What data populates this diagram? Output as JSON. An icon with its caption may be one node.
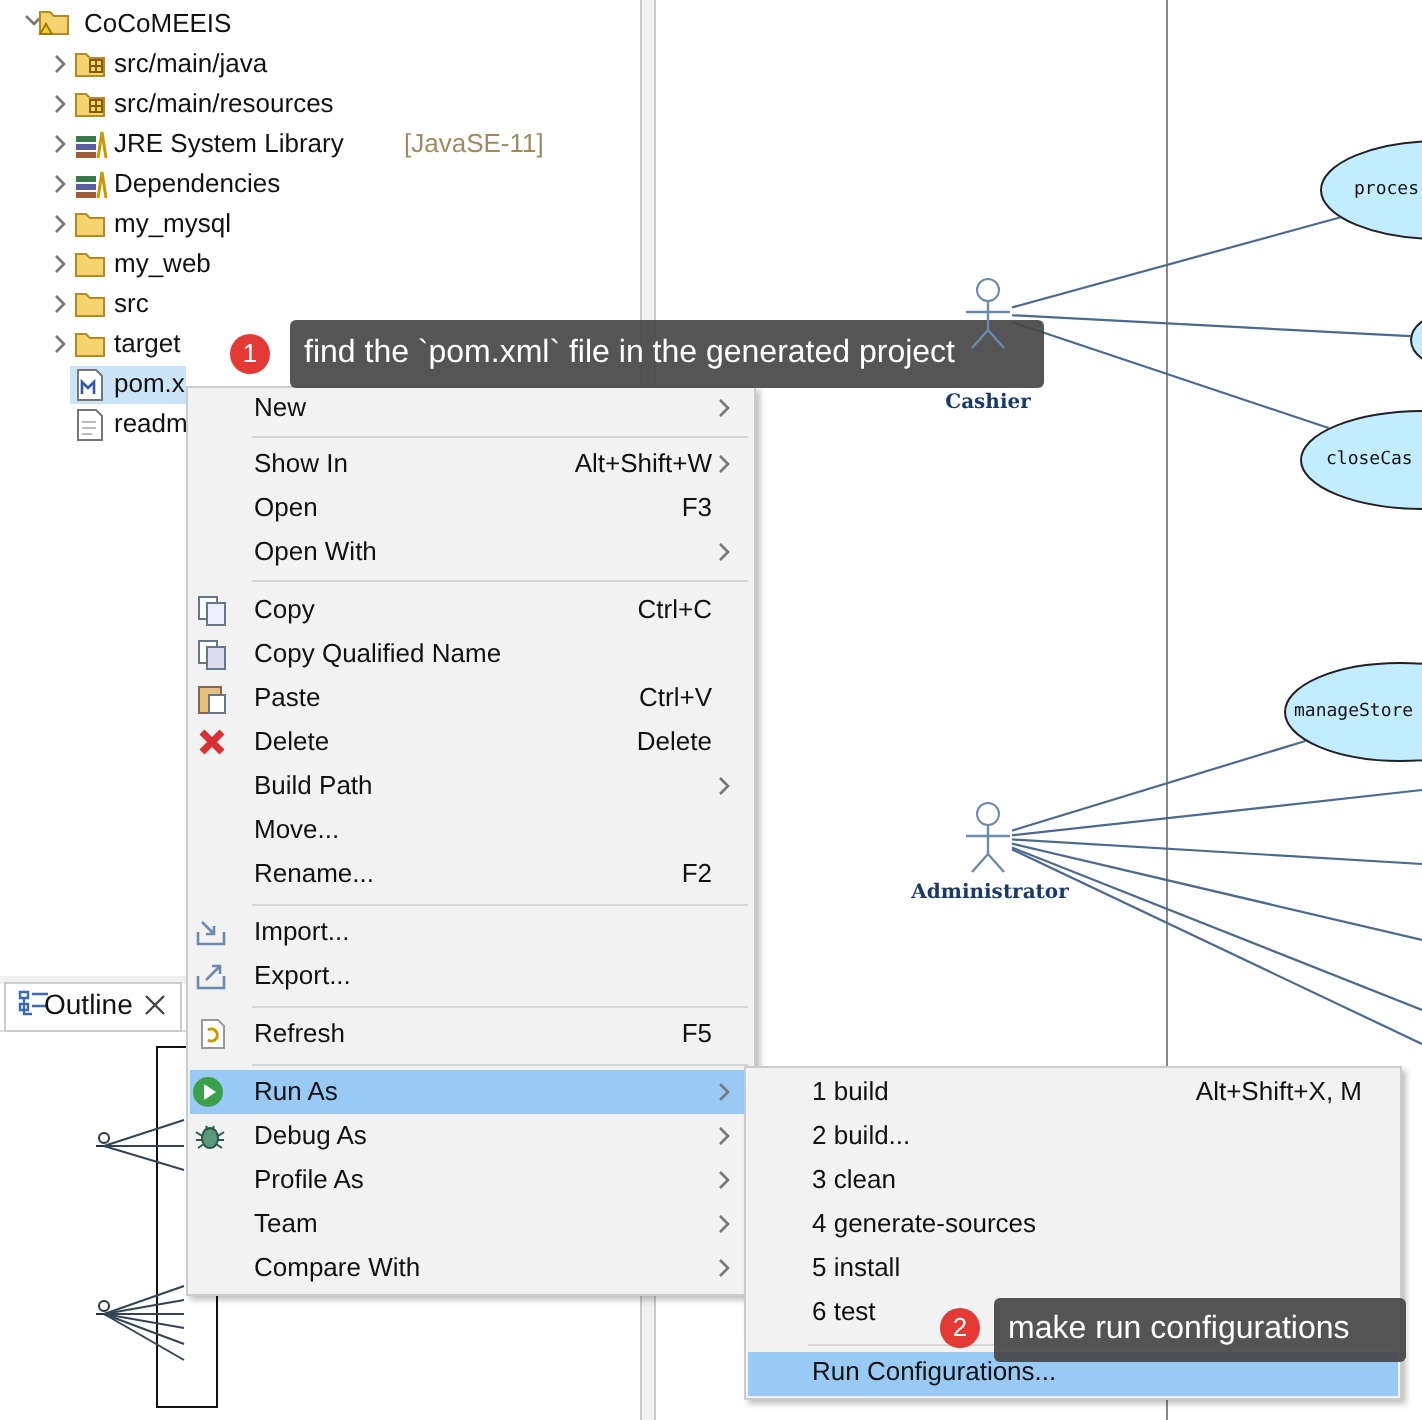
{
  "diagram": {
    "nodes": [
      {
        "text": [
          "find the `pom.xml` file in the generated project"
        ],
        "beside": [
          "1"
        ]
      },
      {
        "text": [
          "Cashier"
        ]
      },
      {
        "text": [
          "proces"
        ]
      },
      {
        "text": [],
        "shape": "ellipse"
      },
      {
        "text": [
          "closeCas"
        ]
      },
      {
        "text": [
          "manageStore"
        ]
      },
      {
        "text": [
          "Administrator"
        ]
      },
      {
        "text": [
          "make run configurations"
        ],
        "beside": [
          "2"
        ]
      }
    ],
    "edges": [
      {
        "from": 1,
        "to": 2,
        "arrow": "none"
      },
      {
        "from": 1,
        "to": 3,
        "arrow": "none"
      },
      {
        "from": 1,
        "to": 4,
        "arrow": "none"
      },
      {
        "from": 6,
        "to": 5,
        "arrow": "none"
      },
      {
        "from": 6,
        "to": null,
        "arrow": "none"
      },
      {
        "from": 6,
        "to": null,
        "arrow": "none"
      },
      {
        "from": 6,
        "to": null,
        "arrow": "none"
      },
      {
        "from": 6,
        "to": null,
        "arrow": "none"
      },
      {
        "from": 6,
        "to": null,
        "arrow": "none"
      }
    ],
    "labels": [
      "CoCoMEEIS",
      "src/main/java",
      "src/main/resources",
      "JRE System Library",
      "[JavaSE-11]",
      "Dependencies",
      "my_mysql",
      "my_web",
      "src",
      "target",
      "pom.x",
      "readm",
      "New",
      "Show In",
      "Alt+Shift+W",
      "Open",
      "F3",
      "Open With",
      "Copy",
      "Ctrl+C",
      "Copy Qualified Name",
      "Paste",
      "Ctrl+V",
      "Delete",
      "Delete",
      "Build Path",
      "Move...",
      "Rename...",
      "F2",
      "Import...",
      "Export...",
      "Refresh",
      "F5",
      "Run As",
      "Debug As",
      "Profile As",
      "Team",
      "Compare With",
      "Outline",
      "1 build",
      "Alt+Shift+X, M",
      "2 build...",
      "3 clean",
      "4 generate-sources",
      "5 install",
      "6 test",
      "Run Configurations..."
    ]
  }
}
